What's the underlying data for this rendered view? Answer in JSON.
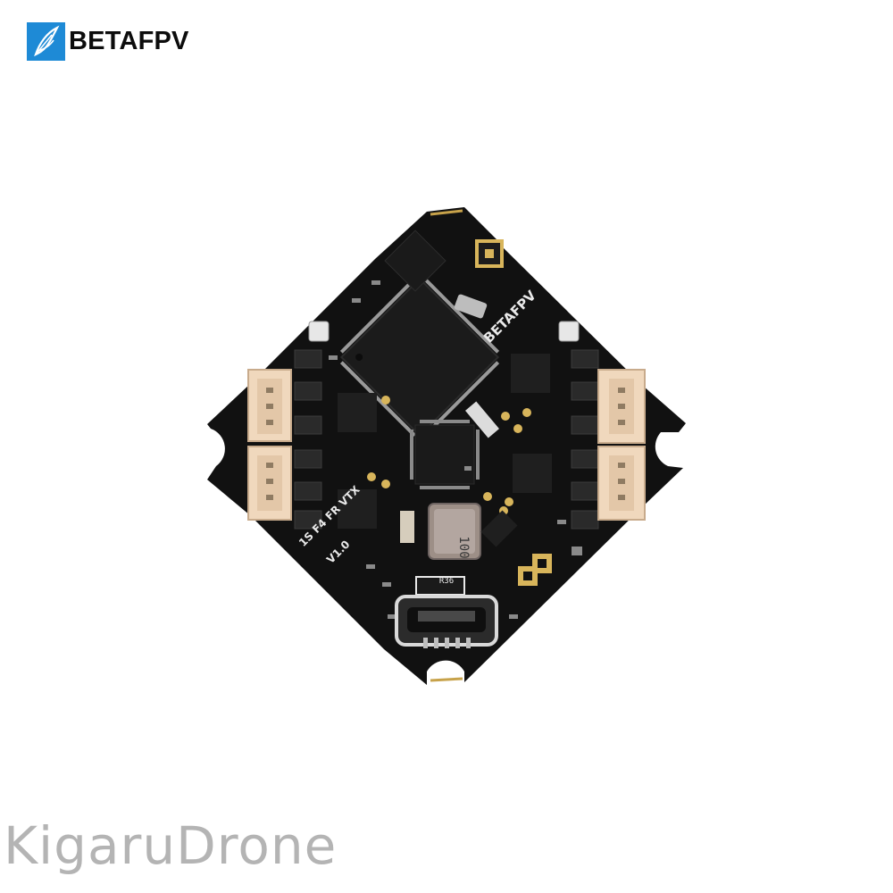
{
  "logo": {
    "text": "BETAFPV",
    "mark_icon": "feather-icon",
    "mark_color": "#1e8ad6"
  },
  "board": {
    "silkscreen_brand": "BETAFPV",
    "silkscreen_model": "1S F4 FR VTX",
    "silkscreen_rev": "V1.0",
    "inductor_marking": "100",
    "resistor_marking": "R36",
    "pcb_color": "#111111",
    "connector_color": "#f0d8bd",
    "pad_color": "#d8b55b"
  },
  "watermark": {
    "text": "KigaruDrone"
  }
}
